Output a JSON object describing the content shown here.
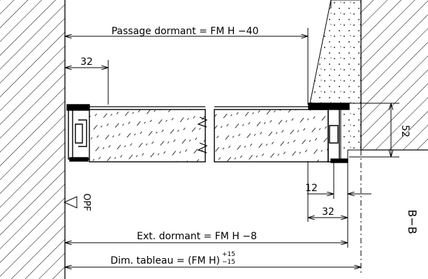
{
  "dimensions": {
    "passage_dormant": "Passage dormant = FM H −40",
    "ext_dormant": "Ext. dormant = FM H −8",
    "dim_tableau_main": "Dim. tableau = (FM H)",
    "dim_tableau_sup": "+15",
    "dim_tableau_sub": "−15",
    "left_offset": "32",
    "height_52": "52",
    "gap_12": "12",
    "right_32": "32"
  },
  "labels": {
    "reference": "OPF",
    "section": "B−B"
  },
  "colors": {
    "line": "#000000",
    "background": "#ffffff"
  }
}
